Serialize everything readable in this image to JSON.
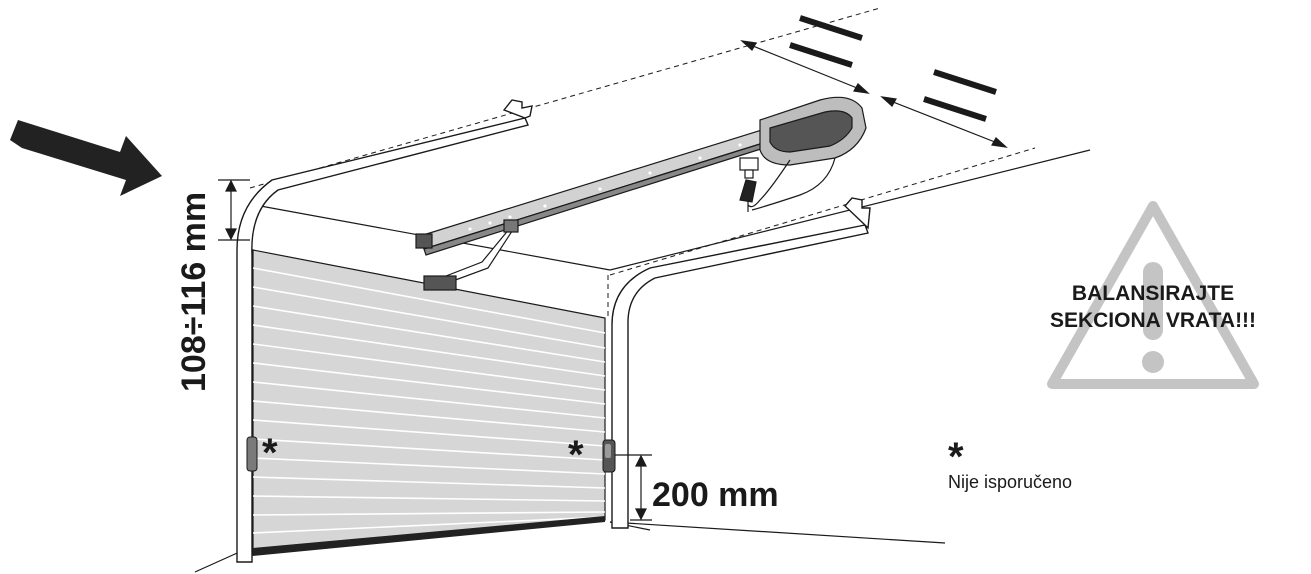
{
  "labels": {
    "height_range": "108÷116 mm",
    "sensor_height": "200 mm",
    "warning_line1": "BALANSIRAJTE",
    "warning_line2": "SEKCIONA VRATA!!!",
    "asterisk": "*",
    "note": "Nije isporučeno"
  },
  "colors": {
    "door_panel": "#d6d6d6",
    "door_bottom_seal": "#222222",
    "warning_triangle": "#c4c4c4",
    "motor_body": "#bdbdbd",
    "line": "#1a1a1a"
  },
  "icons": {
    "arrow": "thick-arrow-right-down",
    "warning": "warning-triangle"
  }
}
